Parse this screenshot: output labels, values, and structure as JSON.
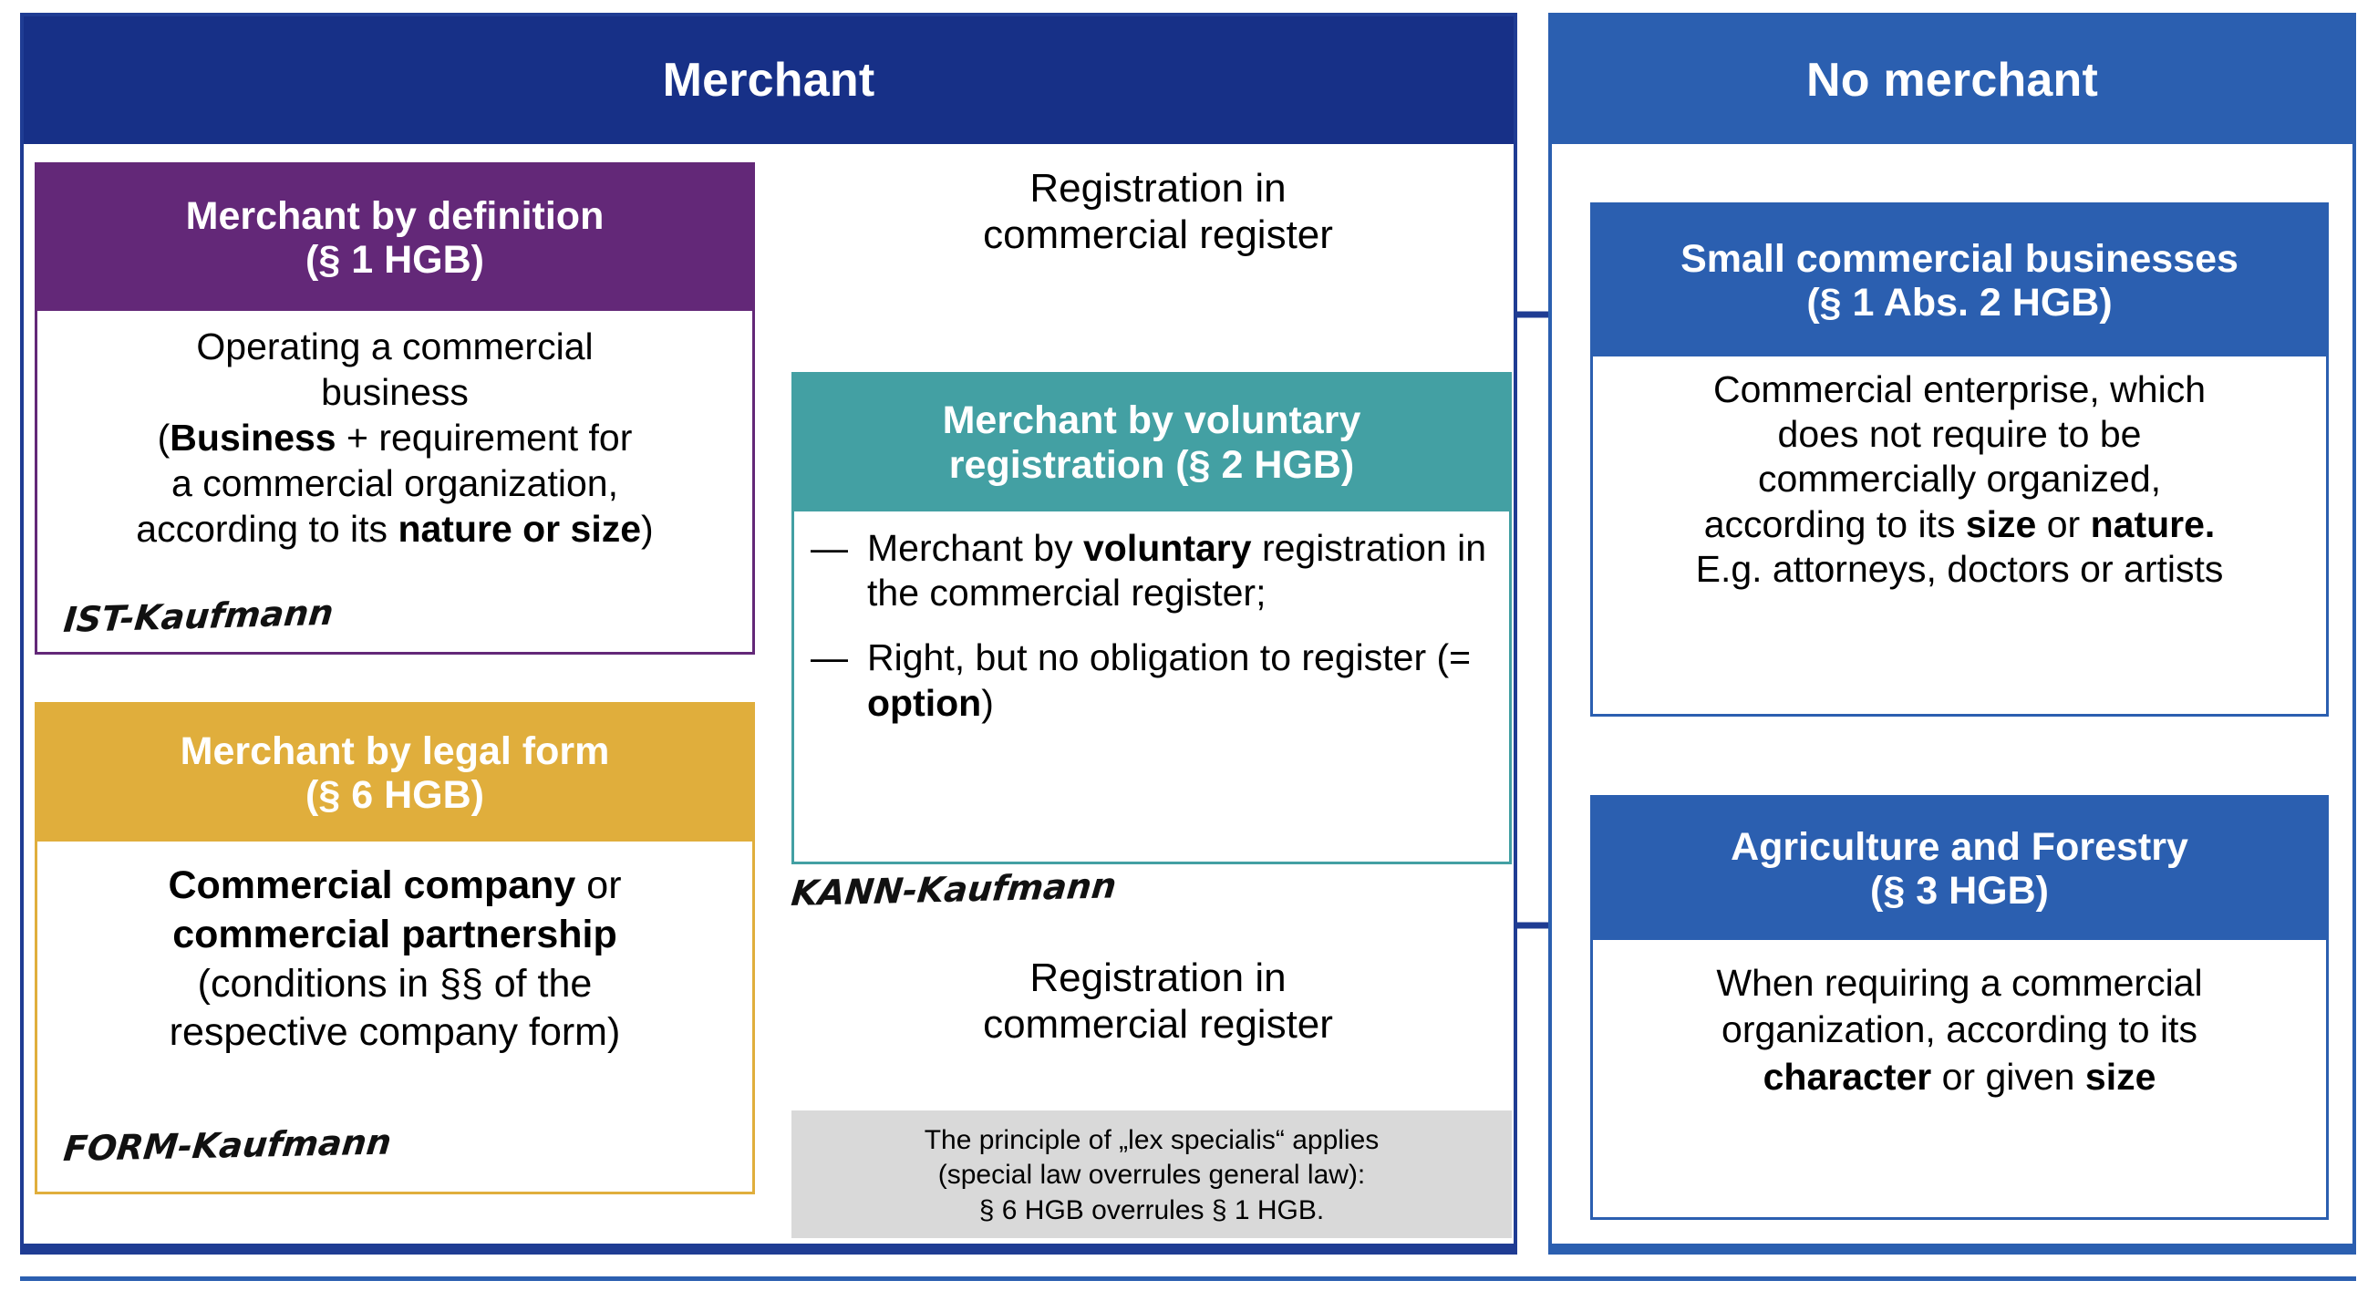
{
  "panels": {
    "merchant": {
      "title": "Merchant"
    },
    "no_merchant": {
      "title": "No merchant"
    }
  },
  "cards": {
    "definition": {
      "title_line1": "Merchant by definition",
      "title_line2": "(§ 1 HGB)",
      "body_line1": "Operating a commercial",
      "body_line2": "business",
      "body_line3_a": "(",
      "body_line3_b": "Business",
      "body_line3_c": " + requirement for",
      "body_line4": "a commercial organization,",
      "body_line5_a": "according to its ",
      "body_line5_b": "nature or size",
      "body_line5_c": ")",
      "annotation": "IST-Kaufmann",
      "header_color": "#632878",
      "border_color": "#632878"
    },
    "legal_form": {
      "title_line1": "Merchant by legal form",
      "title_line2": "(§ 6 HGB)",
      "body_line1_a": "Commercial company",
      "body_line1_b": " or",
      "body_line2": "commercial partnership",
      "body_line3": "(conditions in §§ of the",
      "body_line4": "respective company form)",
      "annotation": "FORM-Kaufmann",
      "header_color": "#E0AE3C",
      "border_color": "#E0AE3C"
    },
    "voluntary": {
      "title_line1": "Merchant by voluntary",
      "title_line2": "registration (§ 2 HGB)",
      "bullets": [
        {
          "dash": "—",
          "pre": "Merchant by ",
          "bold": "voluntary",
          "post": " registration in the commercial register;"
        },
        {
          "dash": "—",
          "pre": "Right, but no obligation to register (= ",
          "bold": "option",
          "post": ")"
        }
      ],
      "annotation": "KANN-Kaufmann",
      "header_color": "#43A0A3",
      "border_color": "#43A0A3"
    },
    "small_business": {
      "title_line1": "Small commercial businesses",
      "title_line2": "(§ 1 Abs. 2 HGB)",
      "body_line1": "Commercial enterprise, which",
      "body_line2": "does not require to be",
      "body_line3": "commercially organized,",
      "body_line4_a": "according to its ",
      "body_line4_b": "size",
      "body_line4_c": " or ",
      "body_line4_d": "nature.",
      "body_line5": "E.g. attorneys, doctors or artists",
      "header_color": "#2B5FB0",
      "border_color": "#2B5FB0"
    },
    "agriculture": {
      "title_line1": "Agriculture and Forestry",
      "title_line2": "(§ 3 HGB)",
      "body_line1": "When requiring a commercial",
      "body_line2": "organization, according to its",
      "body_line3_a": "character",
      "body_line3_b": " or given ",
      "body_line3_c": "size",
      "header_color": "#2B5FB0",
      "border_color": "#2B5FB0"
    }
  },
  "labels": {
    "registration_top_line1": "Registration in",
    "registration_top_line2": "commercial register",
    "registration_bottom_line1": "Registration in",
    "registration_bottom_line2": "commercial register"
  },
  "note": {
    "line1": "The principle of „lex specialis“ applies",
    "line2": "(special law overrules general law):",
    "line3": "§ 6 HGB overrules § 1 HGB."
  },
  "colors": {
    "navy_dark": "#173087",
    "blue_medium": "#2B5FB0",
    "teal": "#43A0A3",
    "purple": "#632878",
    "gold": "#E0AE3C",
    "note_gray": "#D9D9D9",
    "arrow": "#1F3C93"
  }
}
